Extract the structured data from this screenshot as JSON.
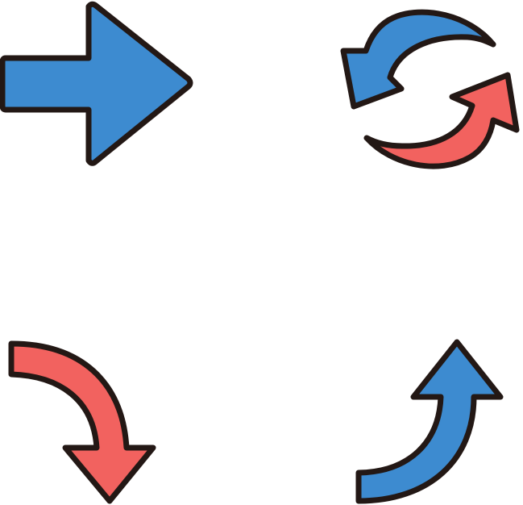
{
  "colors": {
    "background": "#ffffff",
    "blue": "#3d8bd0",
    "red": "#f2625f",
    "outline": "#231815"
  },
  "icons": [
    {
      "name": "arrow-right-icon",
      "color": "blue"
    },
    {
      "name": "refresh-cycle-icon",
      "colors": [
        "blue",
        "red"
      ]
    },
    {
      "name": "curved-arrow-down-icon",
      "color": "red"
    },
    {
      "name": "curved-arrow-up-icon",
      "color": "blue"
    }
  ]
}
